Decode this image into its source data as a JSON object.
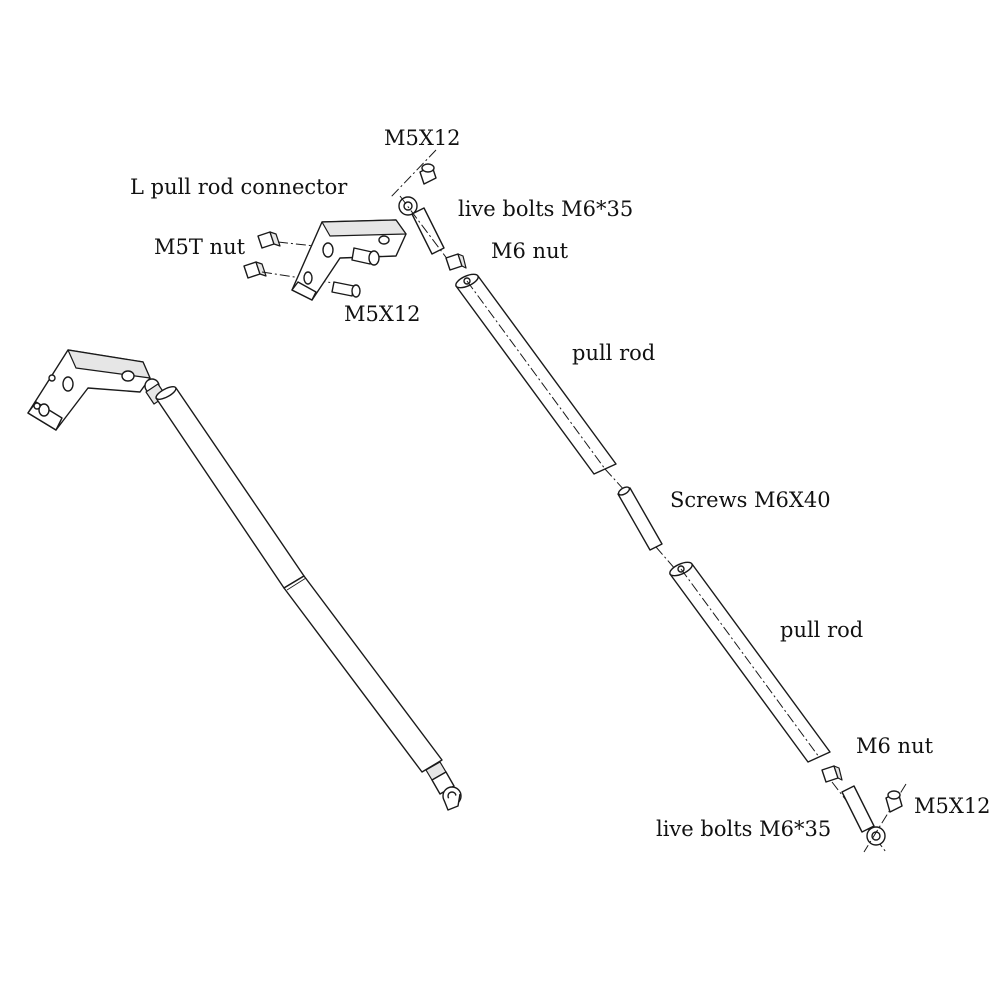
{
  "labels": {
    "m5x12_top": "M5X12",
    "l_connector": "L pull rod connector",
    "live_bolts_top": "live bolts  M6*35",
    "m5t_nut": "M5T nut",
    "m6_nut_top": "M6 nut",
    "m5x12_mid": "M5X12",
    "pull_rod_upper": "pull rod",
    "screws_m6x40": "Screws M6X40",
    "pull_rod_lower": "pull rod",
    "m6_nut_bottom": "M6 nut",
    "m5x12_bottom": "M5X12",
    "live_bolts_bottom": "live bolts  M6*35"
  }
}
